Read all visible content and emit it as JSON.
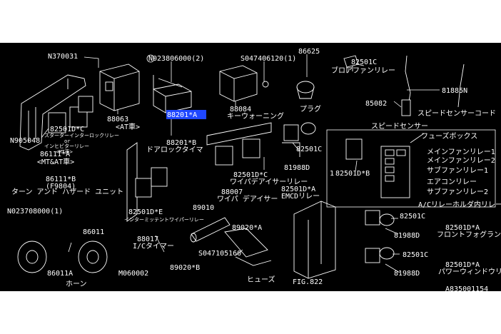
{
  "diagram_id": "A835001154",
  "labels": {
    "n370031": "N370031",
    "n023806000": "N023806000(2)",
    "s047406120": "S047406120(1)",
    "p86625": "86625",
    "p82501c_top": "82501C",
    "blower_relay": "ブロアファンリレー",
    "p81885n": "81885N",
    "p85082": "85082",
    "speed_sensor_cord": "スピードセンサーコード",
    "speed_sensor": "スピードセンサー",
    "p88063": "88063",
    "at_car": "<AT車>",
    "p88084": "88084",
    "key_warning": "キーウォーニング",
    "plug": "プラグ",
    "p88201a": "88201*A",
    "p88201b": "88201*B",
    "door_lock_timer": "ドアロックタイマ",
    "n905048": "N905048",
    "p82501dc_left": "82501D*C",
    "starter_inter_relay": "スターターインターロックリレー",
    "or": "or",
    "inhibitor_relay": "インヒビターリレー",
    "mt_car": "<MT車>",
    "p86111a": "86111*A",
    "mt_at_car": "<MT&AT車>",
    "p86111b": "86111*B",
    "f9804": "(F9804)",
    "turn_hazard_unit": "ターン アンド ハザード ユニット",
    "p82501c_mid": "82501C",
    "p81988d_mid": "81988D",
    "p82501dc_mid": "82501D*C",
    "wiper_deicer_relay": "ワイパデアイサーリレー",
    "p82501da_mid": "82501D*A",
    "emcd_relay": "EMCDリレー",
    "p88007": "88007",
    "wiper_deicer": "ワイパ デアイサー",
    "fuse_box": "フューズボックス",
    "main_fan_relay1": "メインファンリレー1",
    "main_fan_relay2": "メインファンリレー2",
    "sub_fan_relay1": "サブファンリレー1",
    "aircon_relay": "エアコンリレー",
    "sub_fan_relay2": "サブファンリレー2",
    "p82501db": "82501D*B",
    "num1": "1",
    "ac_relay_holder": "A/Cリレーホルダ内リレー",
    "n023708000": "N023708000(1)",
    "p86011": "86011",
    "p86011a": "86011A",
    "horn": "ホーン",
    "m060002": "M060002",
    "p82501de": "82501D*E",
    "intermittent_relay": "インターミッテントワイパーリレー",
    "p88017": "88017",
    "ic_timer": "I/Cタイマー",
    "p89010": "89010",
    "p89020a": "89020*A",
    "s047105160": "S047105160",
    "p89020b": "89020*B",
    "fuse": "ヒューズ",
    "fig822": "FIG.822",
    "p82501c_r1": "82501C",
    "p81988d_r1": "81988D",
    "p82501da_r1": "82501D*A",
    "front_fog_relay": "フロントフォグランプリレー",
    "p82501c_r2": "82501C",
    "p81988d_r2": "81988D",
    "p82501da_r2": "82501D*A",
    "power_window_relay": "パワーウィンドウリレー"
  }
}
